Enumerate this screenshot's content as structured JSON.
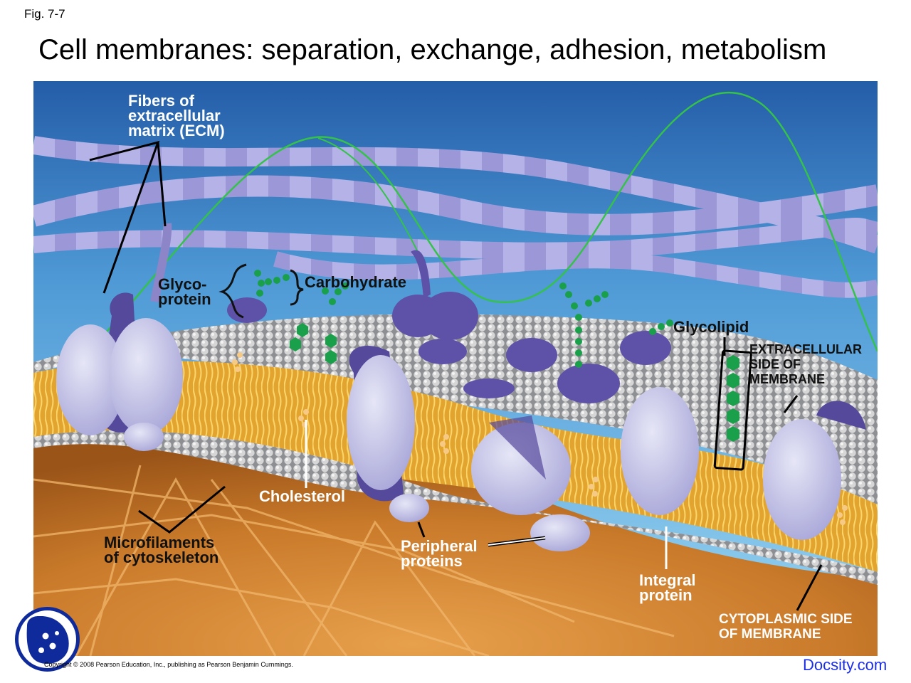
{
  "figure": {
    "number": "Fig. 7-7",
    "title": "Cell membranes: separation, exchange, adhesion, metabolism"
  },
  "labels": {
    "ecm_fibers": "Fibers of\nextracellular\nmatrix (ECM)",
    "glycoprotein": "Glyco-\nprotein",
    "carbohydrate": "Carbohydrate",
    "glycolipid": "Glycolipid",
    "extracellular_side": "EXTRACELLULAR\nSIDE OF\nMEMBRANE",
    "cholesterol": "Cholesterol",
    "microfilaments": "Microfilaments\nof cytoskeleton",
    "peripheral_proteins": "Peripheral\nproteins",
    "integral_protein": "Integral\nprotein",
    "cytoplasmic_side": "CYTOPLASMIC SIDE\nOF MEMBRANE"
  },
  "footer": {
    "copyright": "Copyright © 2008 Pearson Education, Inc., publishing as Pearson Benjamin Cummings.",
    "brand": "Docsity.com"
  },
  "logo_icon": "docsity-logo-icon",
  "colors": {
    "water_top": "#2a67b5",
    "water_bottom": "#8fd0f0",
    "cytoplasm": "#c97a2a",
    "lipid_tails": "#f0b940",
    "lipid_heads": "#c9c9c9",
    "protein": "#b9b8e2",
    "protein_dark": "#55499c",
    "carbohydrate": "#1aa04a",
    "ecm_fiber": "#9b97d6",
    "brand_link": "#1a2ee8"
  }
}
